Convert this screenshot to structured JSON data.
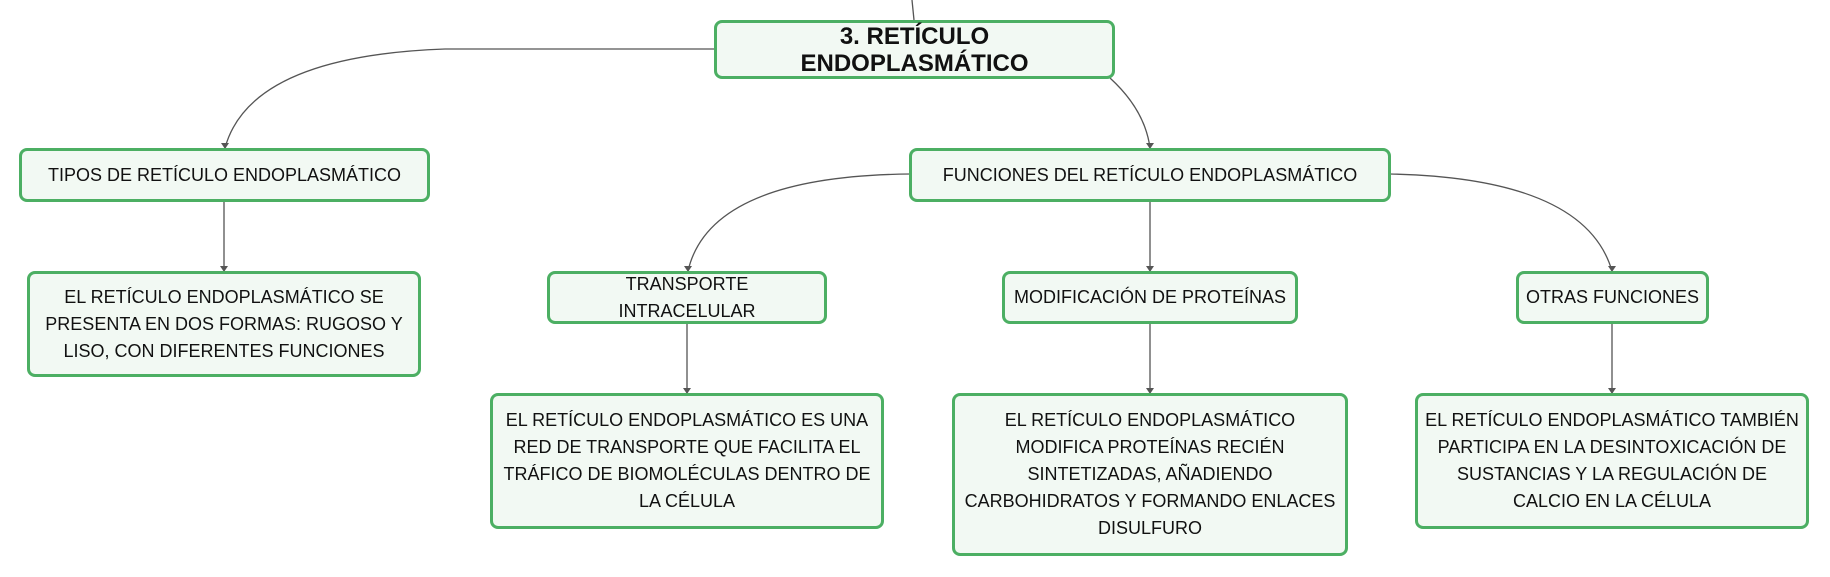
{
  "colors": {
    "node_border": "#4caf63",
    "node_fill": "#f2f9f3",
    "connector": "#555555"
  },
  "nodes": {
    "root": "3. RETÍCULO ENDOPLASMÁTICO",
    "tipos": "TIPOS DE RETÍCULO ENDOPLASMÁTICO",
    "funciones": "FUNCIONES DEL RETÍCULO ENDOPLASMÁTICO",
    "tipos_desc": "EL RETÍCULO ENDOPLASMÁTICO SE PRESENTA EN DOS FORMAS: RUGOSO Y LISO, CON DIFERENTES FUNCIONES",
    "transporte": "TRANSPORTE INTRACELULAR",
    "modificacion": "MODIFICACIÓN DE PROTEÍNAS",
    "otras": "OTRAS FUNCIONES",
    "transporte_desc": "EL RETÍCULO ENDOPLASMÁTICO ES UNA RED DE TRANSPORTE QUE FACILITA EL TRÁFICO DE BIOMOLÉCULAS DENTRO DE LA CÉLULA",
    "modificacion_desc": "EL RETÍCULO ENDOPLASMÁTICO MODIFICA PROTEÍNAS RECIÉN SINTETIZADAS, AÑADIENDO CARBOHIDRATOS Y FORMANDO ENLACES DISULFURO",
    "otras_desc": "EL RETÍCULO ENDOPLASMÁTICO TAMBIÉN PARTICIPA EN LA DESINTOXICACIÓN DE SUSTANCIAS Y LA REGULACIÓN DE CALCIO EN LA CÉLULA"
  }
}
